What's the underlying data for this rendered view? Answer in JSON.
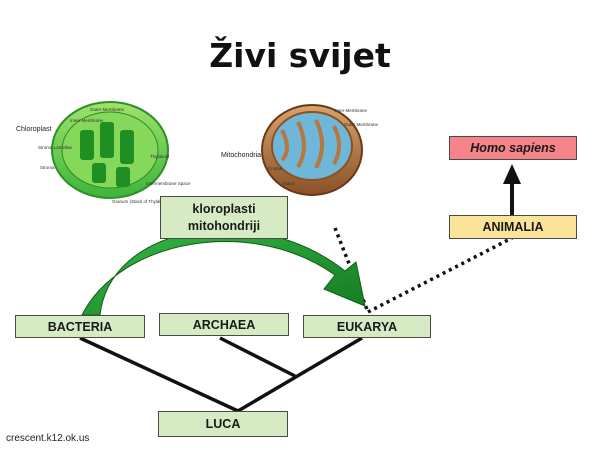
{
  "title": "Živi svijet",
  "boxes": {
    "bacteria": "BACTERIA",
    "archaea": "ARCHAEA",
    "eukarya": "EUKARYA",
    "luca": "LUCA",
    "animalia": "ANIMALIA",
    "homo": "Homo sapiens",
    "organelles_line1": "kloroplasti",
    "organelles_line2": "mitohondriji"
  },
  "chloroplast_figure": {
    "title": "Chloroplast",
    "labels": [
      "Outer Membrane",
      "Inner Membrane",
      "Stroma Lamellae",
      "Stroma",
      "Thylakoid",
      "Intermembrane Space",
      "Granum (Stack of Thylakoids)"
    ]
  },
  "mitochondria_figure": {
    "title": "Mitochondria",
    "labels": [
      "Inner Membrane",
      "Outer Membrane",
      "Cristae",
      "Matrix"
    ]
  },
  "credit": "crescent.k12.ok.us",
  "colors": {
    "box_green": "#d6ebc4",
    "box_yellow": "#fbe39a",
    "box_red": "#f4838a",
    "arrow_green": "#1f9a2e"
  }
}
